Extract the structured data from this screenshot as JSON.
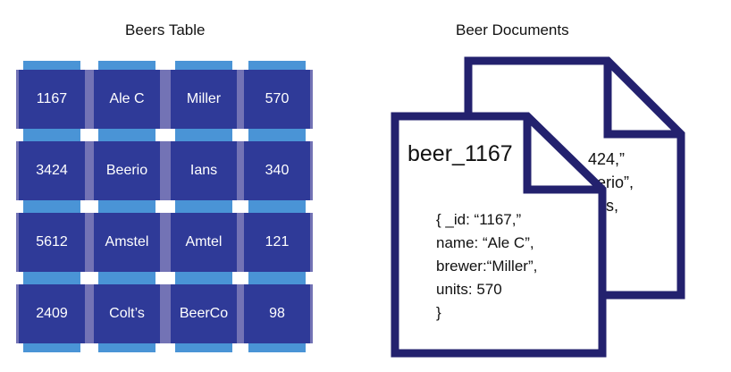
{
  "table": {
    "title": "Beers Table",
    "rows": [
      [
        "1167",
        "Ale C",
        "Miller",
        "570"
      ],
      [
        "3424",
        "Beerio",
        "Ians",
        "340"
      ],
      [
        "5612",
        "Amstel",
        "Amtel",
        "121"
      ],
      [
        "2409",
        "Colt’s",
        "BeerCo",
        "98"
      ]
    ],
    "colors": {
      "cell": "#2f3a98",
      "column_stripe": "#4a94d6",
      "row_stripe": "#5a5aa8"
    }
  },
  "documents": {
    "title": "Beer Documents",
    "front": {
      "title": "beer_1167",
      "lines": [
        "{ _id: “1167,”",
        "name: “Ale C”,",
        "brewer:“Miller”,",
        "units: 570",
        "}"
      ]
    },
    "back": {
      "lines": [
        "424,”",
        "eerio”,",
        "ans,"
      ]
    },
    "colors": {
      "outline": "#23216e",
      "fill": "#ffffff"
    }
  }
}
